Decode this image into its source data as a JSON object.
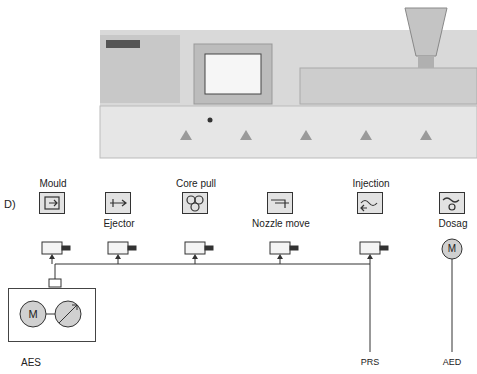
{
  "diagram": {
    "nodes": [
      {
        "text": [
          "Mould"
        ]
      },
      {
        "text": [
          "Ejector"
        ]
      },
      {
        "text": [
          "Core pull"
        ]
      },
      {
        "text": [
          "Nozzle move"
        ]
      },
      {
        "text": [
          "Injection"
        ]
      },
      {
        "text": [
          "Dosag"
        ]
      },
      {
        "text": [
          "AES"
        ]
      }
    ],
    "labels": [
      "D)",
      "M",
      "M",
      "PRS",
      "AED"
    ]
  }
}
